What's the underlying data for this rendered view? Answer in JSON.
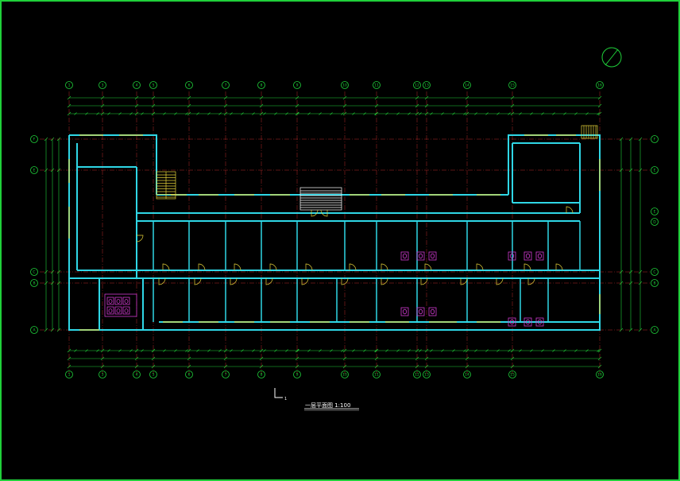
{
  "drawing": {
    "title": "一层平面图  1:100",
    "section_mark": "1"
  },
  "grid_columns": [
    "1",
    "3",
    "4",
    "5",
    "6",
    "7",
    "8",
    "9",
    "10",
    "11",
    "12",
    "13",
    "14",
    "15",
    "16"
  ],
  "grid_rows": [
    "F",
    "E",
    "D",
    "C",
    "B",
    "A"
  ],
  "colors": {
    "wall": "#2fd7e6",
    "dimension": "#1fd03a",
    "window": "#e6d23a",
    "door": "#e6d23a",
    "axis": "#e23232",
    "fixture": "#d03ad0",
    "text": "#ffffff"
  }
}
